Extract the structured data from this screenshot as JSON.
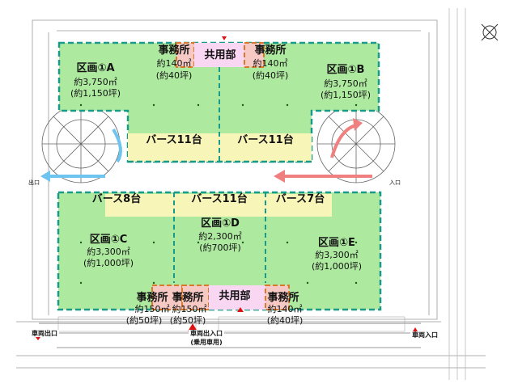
{
  "upper_building": {
    "zone_a": {
      "name": "区画①A",
      "area_m2": "約3,750㎡",
      "area_tsubo": "(約1,150坪)"
    },
    "zone_b": {
      "name": "区画①B",
      "area_m2": "約3,750㎡",
      "area_tsubo": "(約1,150坪)"
    },
    "office_left": {
      "name": "事務所",
      "area_m2": "約140㎡",
      "area_tsubo": "(約40坪)"
    },
    "office_right": {
      "name": "事務所",
      "area_m2": "約140㎡",
      "area_tsubo": "(約40坪)"
    },
    "common": "共用部",
    "berth_left": "バース11台",
    "berth_right": "バース11台"
  },
  "lower_building": {
    "zone_c": {
      "name": "区画①C",
      "area_m2": "約3,300㎡",
      "area_tsubo": "(約1,000坪)"
    },
    "zone_d": {
      "name": "区画①D",
      "area_m2": "約2,300㎡",
      "area_tsubo": "(約700坪)"
    },
    "zone_e": {
      "name": "区画①E",
      "area_m2": "約3,300㎡",
      "area_tsubo": "(約1,000坪)"
    },
    "office_1": {
      "name": "事務所",
      "area_m2": "約150㎡",
      "area_tsubo": "(約50坪)"
    },
    "office_2": {
      "name": "事務所",
      "area_m2": "約150㎡",
      "area_tsubo": "(約50坪)"
    },
    "office_3": {
      "name": "事務所",
      "area_m2": "約140㎡",
      "area_tsubo": "(約40坪)"
    },
    "common": "共用部",
    "berth_1": "バース8台",
    "berth_2": "バース11台",
    "berth_3": "バース7台"
  },
  "ramps": {
    "exit": "出口",
    "entrance": "入口"
  },
  "road": {
    "vehicle_exit": "車両出口",
    "vehicle_in_out": "車両出入口",
    "vehicle_in_out_note": "(乗用車用)",
    "vehicle_entrance": "車両入口"
  },
  "colors": {
    "zone": "#aee9a0",
    "berth": "#f8f5b8",
    "office": "#f6c9c4",
    "common": "#f9d6f2",
    "zone_border": "#1a9a8a",
    "office_border": "#d8792c",
    "exit_arrow": "#6cc4ef",
    "entry_arrow": "#f08080",
    "marker": "#e01010"
  }
}
